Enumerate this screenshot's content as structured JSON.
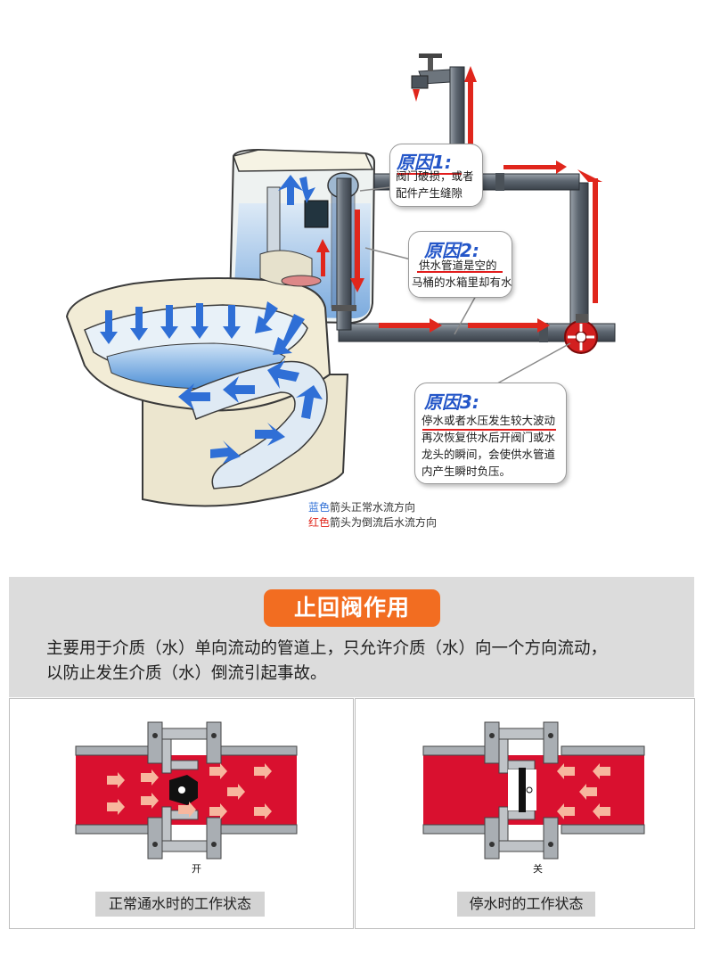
{
  "toilet_diagram": {
    "cause1": {
      "title": "原因1:",
      "lines": [
        "阀门破损，或者",
        "配件产生缝隙"
      ]
    },
    "cause2": {
      "title": "原因2:",
      "lines": [
        "供水管道是空的",
        "马桶的水箱里却有水"
      ]
    },
    "cause3": {
      "title": "原因3:",
      "lines": [
        "停水或者水压发生较大波动",
        "再次恢复供水后开阀门或水",
        "龙头的瞬间，会使供水管道",
        "内产生瞬时负压。"
      ]
    },
    "legend": {
      "blue_word": "蓝色",
      "blue_rest": "箭头正常水流方向",
      "red_word": "红色",
      "red_rest": "箭头为倒流后水流方向"
    }
  },
  "check_valve_section": {
    "title": "止回阀作用",
    "description_lines": [
      "主要用于介质（水）单向流动的管道上，只允许介质（水）向一个方向流动，",
      "以防止发生介质（水）倒流引起事故。"
    ],
    "states": [
      {
        "valve_label": "开",
        "caption": "正常通水时的工作状态"
      },
      {
        "valve_label": "关",
        "caption": "停水时的工作状态"
      }
    ]
  },
  "colors": {
    "pipe_red": "#d9102f",
    "accent_orange": "#f26d21",
    "normal_flow_blue": "#2f6fd6",
    "backflow_red": "#e0261c",
    "panel_gray": "#dcdcdc"
  }
}
